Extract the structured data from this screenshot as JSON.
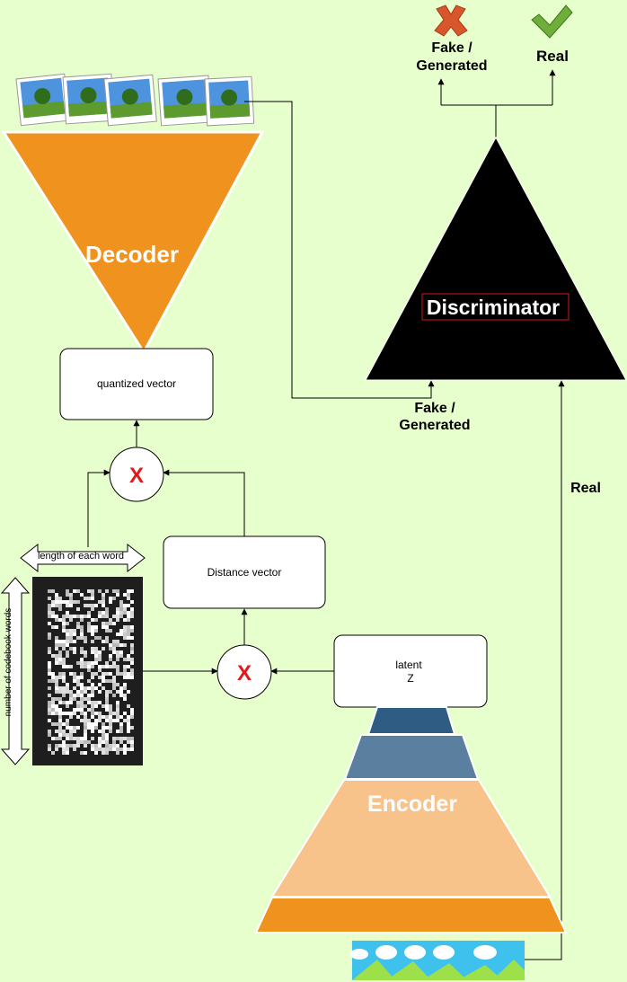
{
  "top_labels": {
    "fake_generated": [
      "Fake /",
      "Generated"
    ],
    "real": "Real"
  },
  "decoder": {
    "label": "Decoder",
    "color": "#f0931e"
  },
  "quantized_vector": {
    "label": "quantized vector"
  },
  "multiply_top": {
    "symbol": "X"
  },
  "multiply_bottom": {
    "symbol": "X"
  },
  "distance_vector": {
    "label": "Distance vector"
  },
  "codebook": {
    "width_label": "length of each word",
    "height_label": "number of codebook words"
  },
  "latent": {
    "label": [
      "latent",
      "Z"
    ]
  },
  "encoder": {
    "label": "Encoder",
    "colors": [
      "#2e5c82",
      "#5b7f9e",
      "#f8c38b",
      "#f0931e"
    ]
  },
  "discriminator": {
    "label": "Discriminator",
    "color": "#000000"
  },
  "edge_labels": {
    "fake_generated": [
      "Fake /",
      "Generated"
    ],
    "real": "Real"
  },
  "colors": {
    "background": "#e6ffcc",
    "cross": "#d9552b",
    "check": "#5b9a2a",
    "x_symbol": "#e01a1a"
  }
}
